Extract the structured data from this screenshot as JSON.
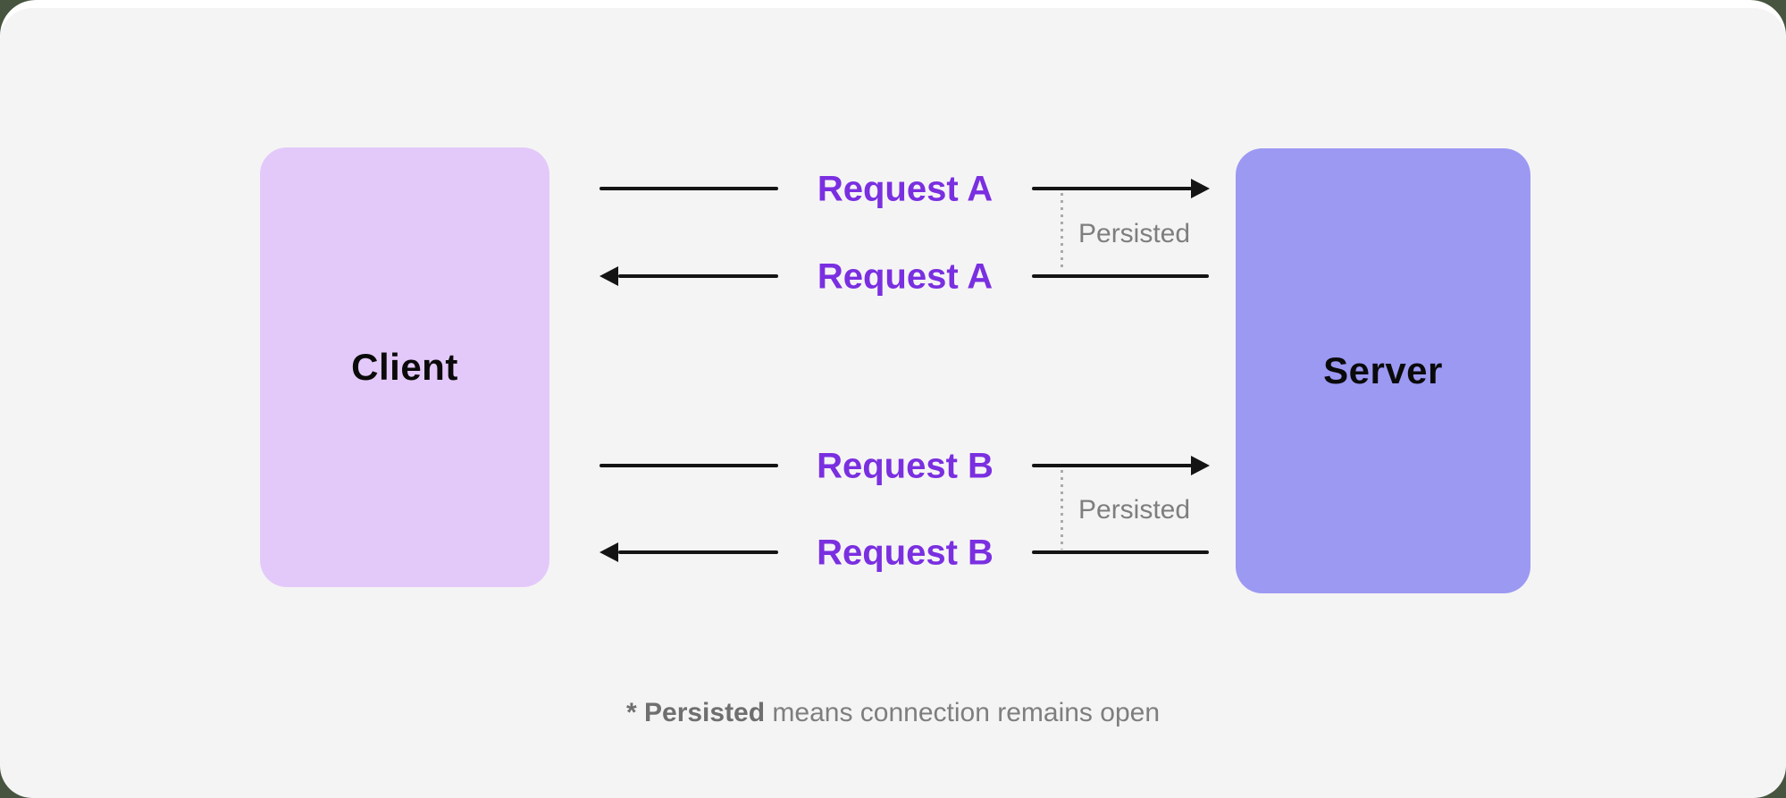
{
  "diagram": {
    "client_label": "Client",
    "server_label": "Server",
    "flows": [
      {
        "request_label": "Request A",
        "response_label": "Request A",
        "persisted_label": "Persisted"
      },
      {
        "request_label": "Request B",
        "response_label": "Request B",
        "persisted_label": "Persisted"
      }
    ],
    "footnote": {
      "bold_part": "* Persisted",
      "rest_part": " means connection remains open"
    },
    "colors": {
      "outer_background": "#47543F",
      "canvas_background": "#F5F4F5",
      "client_box": "#E3C9F9",
      "server_box": "#9C99F3",
      "request_label_text": "#7A2FE0",
      "arrow": "#141414",
      "persisted_text": "#7E7E7E",
      "footnote_text": "#7E7E7E",
      "box_label_text": "#0A0A0A"
    }
  }
}
